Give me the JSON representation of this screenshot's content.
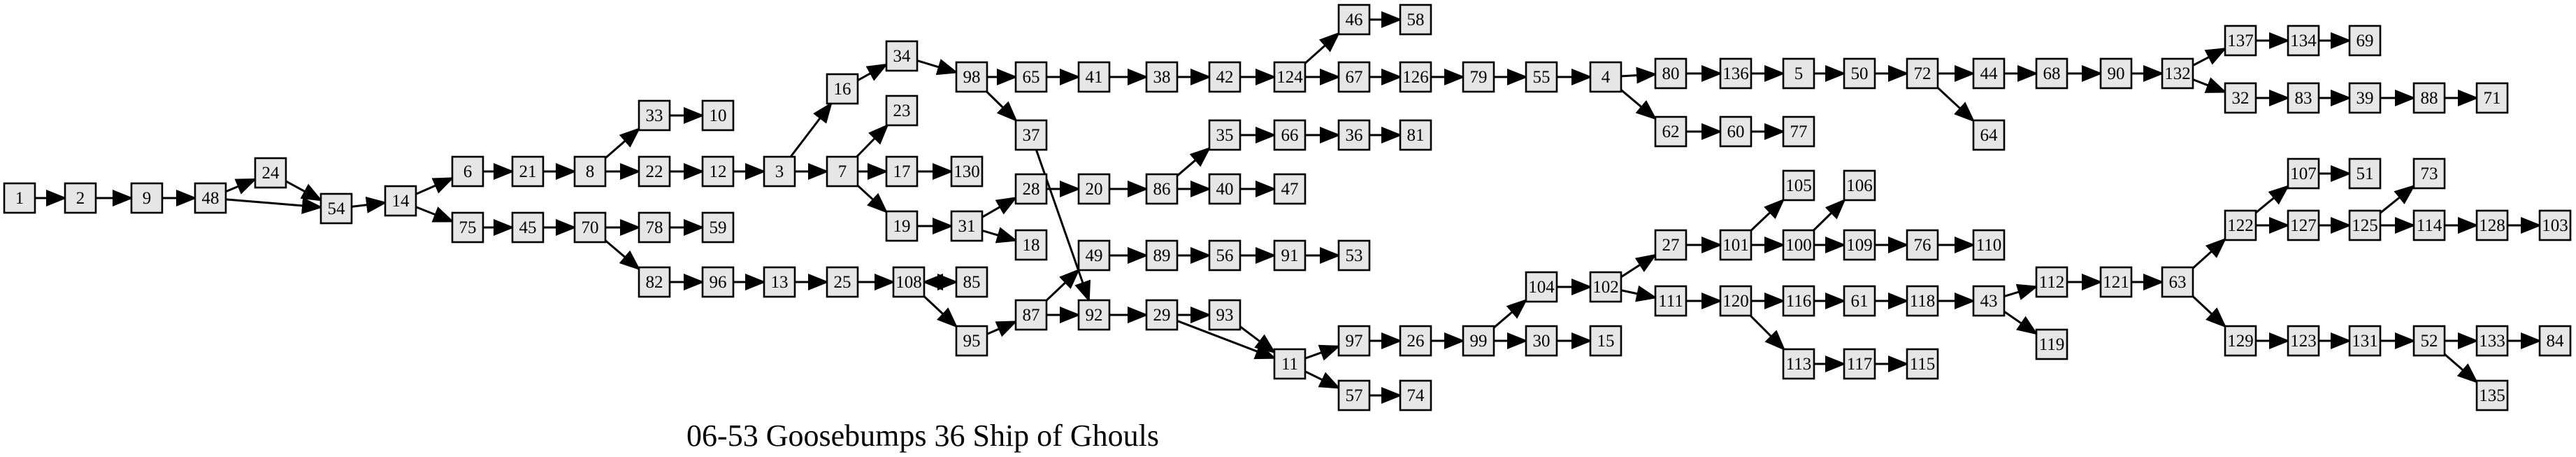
{
  "caption": "06-53 Goosebumps 36 Ship of Ghouls",
  "nodes": [
    "1",
    "2",
    "9",
    "48",
    "24",
    "54",
    "14",
    "6",
    "21",
    "8",
    "33",
    "10",
    "22",
    "12",
    "3",
    "16",
    "34",
    "98",
    "65",
    "41",
    "38",
    "42",
    "124",
    "46",
    "58",
    "67",
    "126",
    "79",
    "55",
    "4",
    "80",
    "136",
    "5",
    "50",
    "72",
    "44",
    "68",
    "90",
    "132",
    "137",
    "134",
    "69",
    "32",
    "83",
    "39",
    "88",
    "71",
    "64",
    "62",
    "60",
    "77",
    "7",
    "23",
    "17",
    "130",
    "19",
    "31",
    "18",
    "28",
    "20",
    "86",
    "35",
    "66",
    "36",
    "81",
    "40",
    "47",
    "37",
    "92",
    "49",
    "89",
    "56",
    "91",
    "53",
    "75",
    "45",
    "70",
    "78",
    "59",
    "82",
    "96",
    "13",
    "25",
    "108",
    "85",
    "95",
    "87",
    "29",
    "93",
    "11",
    "97",
    "26",
    "99",
    "104",
    "102",
    "27",
    "101",
    "105",
    "100",
    "106",
    "109",
    "76",
    "110",
    "111",
    "120",
    "116",
    "61",
    "118",
    "43",
    "112",
    "121",
    "63",
    "122",
    "107",
    "51",
    "127",
    "125",
    "73",
    "114",
    "128",
    "103",
    "129",
    "123",
    "131",
    "52",
    "133",
    "84",
    "135",
    "119",
    "113",
    "117",
    "115",
    "30",
    "15",
    "57",
    "74"
  ],
  "edges": [
    [
      "1",
      "2"
    ],
    [
      "2",
      "9"
    ],
    [
      "9",
      "48"
    ],
    [
      "48",
      "24"
    ],
    [
      "48",
      "54"
    ],
    [
      "24",
      "54"
    ],
    [
      "54",
      "14"
    ],
    [
      "14",
      "6"
    ],
    [
      "14",
      "75"
    ],
    [
      "6",
      "21"
    ],
    [
      "21",
      "8"
    ],
    [
      "8",
      "33"
    ],
    [
      "8",
      "22"
    ],
    [
      "33",
      "10"
    ],
    [
      "22",
      "12"
    ],
    [
      "12",
      "3"
    ],
    [
      "3",
      "16"
    ],
    [
      "3",
      "7"
    ],
    [
      "16",
      "34"
    ],
    [
      "34",
      "98"
    ],
    [
      "98",
      "65"
    ],
    [
      "98",
      "37"
    ],
    [
      "65",
      "41"
    ],
    [
      "41",
      "38"
    ],
    [
      "38",
      "42"
    ],
    [
      "42",
      "124"
    ],
    [
      "124",
      "46"
    ],
    [
      "124",
      "67"
    ],
    [
      "46",
      "58"
    ],
    [
      "67",
      "126"
    ],
    [
      "126",
      "79"
    ],
    [
      "79",
      "55"
    ],
    [
      "55",
      "4"
    ],
    [
      "4",
      "80"
    ],
    [
      "4",
      "62"
    ],
    [
      "80",
      "136"
    ],
    [
      "136",
      "5"
    ],
    [
      "5",
      "50"
    ],
    [
      "50",
      "72"
    ],
    [
      "72",
      "44"
    ],
    [
      "72",
      "64"
    ],
    [
      "44",
      "68"
    ],
    [
      "68",
      "90"
    ],
    [
      "90",
      "132"
    ],
    [
      "132",
      "137"
    ],
    [
      "132",
      "32"
    ],
    [
      "137",
      "134"
    ],
    [
      "134",
      "69"
    ],
    [
      "32",
      "83"
    ],
    [
      "83",
      "39"
    ],
    [
      "39",
      "88"
    ],
    [
      "88",
      "71"
    ],
    [
      "62",
      "60"
    ],
    [
      "60",
      "77"
    ],
    [
      "7",
      "23"
    ],
    [
      "7",
      "17"
    ],
    [
      "7",
      "19"
    ],
    [
      "17",
      "130"
    ],
    [
      "19",
      "31"
    ],
    [
      "31",
      "28"
    ],
    [
      "31",
      "18"
    ],
    [
      "28",
      "20"
    ],
    [
      "20",
      "86"
    ],
    [
      "86",
      "35"
    ],
    [
      "86",
      "40"
    ],
    [
      "35",
      "66"
    ],
    [
      "66",
      "36"
    ],
    [
      "36",
      "81"
    ],
    [
      "40",
      "47"
    ],
    [
      "37",
      "92"
    ],
    [
      "75",
      "45"
    ],
    [
      "45",
      "70"
    ],
    [
      "70",
      "78"
    ],
    [
      "70",
      "82"
    ],
    [
      "78",
      "59"
    ],
    [
      "82",
      "96"
    ],
    [
      "96",
      "13"
    ],
    [
      "13",
      "25"
    ],
    [
      "25",
      "108"
    ],
    [
      "108",
      "85"
    ],
    [
      "85",
      "108"
    ],
    [
      "108",
      "95"
    ],
    [
      "95",
      "87"
    ],
    [
      "87",
      "49"
    ],
    [
      "87",
      "92"
    ],
    [
      "49",
      "89"
    ],
    [
      "89",
      "56"
    ],
    [
      "56",
      "91"
    ],
    [
      "91",
      "53"
    ],
    [
      "92",
      "29"
    ],
    [
      "29",
      "93"
    ],
    [
      "29",
      "11"
    ],
    [
      "93",
      "11"
    ],
    [
      "11",
      "97"
    ],
    [
      "11",
      "57"
    ],
    [
      "97",
      "26"
    ],
    [
      "26",
      "99"
    ],
    [
      "99",
      "104"
    ],
    [
      "99",
      "30"
    ],
    [
      "30",
      "15"
    ],
    [
      "104",
      "102"
    ],
    [
      "102",
      "27"
    ],
    [
      "102",
      "111"
    ],
    [
      "27",
      "101"
    ],
    [
      "101",
      "105"
    ],
    [
      "101",
      "100"
    ],
    [
      "100",
      "106"
    ],
    [
      "100",
      "109"
    ],
    [
      "109",
      "76"
    ],
    [
      "76",
      "110"
    ],
    [
      "111",
      "120"
    ],
    [
      "120",
      "116"
    ],
    [
      "120",
      "113"
    ],
    [
      "116",
      "61"
    ],
    [
      "61",
      "118"
    ],
    [
      "118",
      "43"
    ],
    [
      "43",
      "112"
    ],
    [
      "43",
      "119"
    ],
    [
      "112",
      "121"
    ],
    [
      "121",
      "63"
    ],
    [
      "63",
      "122"
    ],
    [
      "63",
      "129"
    ],
    [
      "122",
      "107"
    ],
    [
      "122",
      "127"
    ],
    [
      "107",
      "51"
    ],
    [
      "127",
      "125"
    ],
    [
      "125",
      "73"
    ],
    [
      "125",
      "114"
    ],
    [
      "114",
      "128"
    ],
    [
      "128",
      "103"
    ],
    [
      "129",
      "123"
    ],
    [
      "123",
      "131"
    ],
    [
      "131",
      "52"
    ],
    [
      "52",
      "133"
    ],
    [
      "52",
      "135"
    ],
    [
      "133",
      "84"
    ],
    [
      "113",
      "117"
    ],
    [
      "117",
      "115"
    ],
    [
      "57",
      "74"
    ]
  ]
}
